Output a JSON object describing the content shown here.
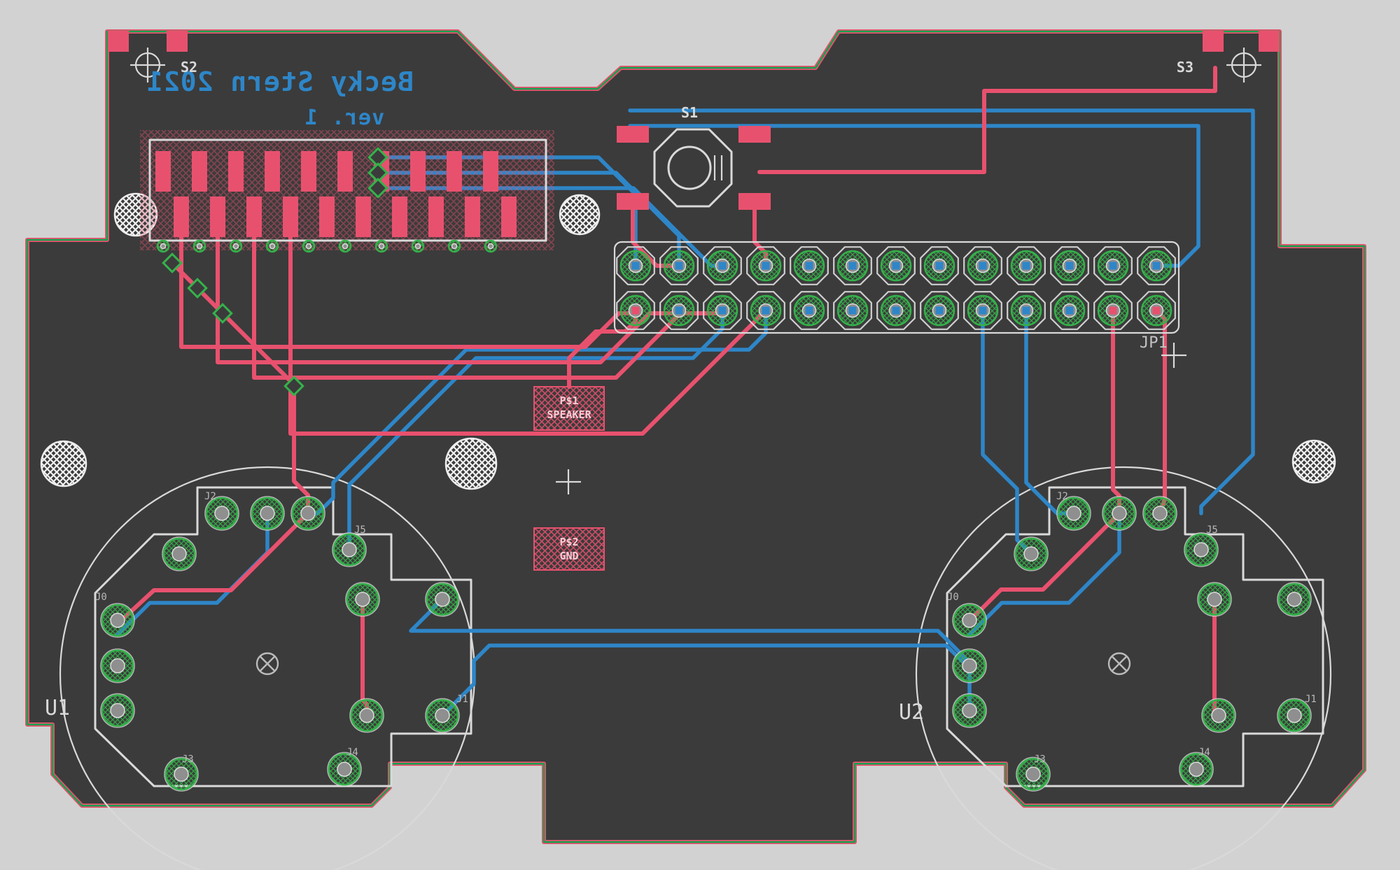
{
  "texts": {
    "title_line1": "Becky Stern 2021",
    "title_line2": "ver. 1",
    "button_ref": "S1",
    "corner_left_ref": "S2",
    "corner_right_ref": "S3",
    "component_left_ref": "U1",
    "component_right_ref": "U2",
    "header_ref": "JP1",
    "speaker_ref": "P$1",
    "speaker_name": "SPEAKER",
    "gnd_ref": "P$2",
    "gnd_name": "GND"
  },
  "u1": {
    "pad_labels": [
      "J2",
      "J5",
      "J0",
      "J1",
      "J3",
      "J4"
    ]
  },
  "u2": {
    "pad_labels": [
      "J2",
      "J5",
      "J0",
      "J1",
      "J3",
      "J4"
    ]
  },
  "header": {
    "rows": 2,
    "cols": 13
  },
  "display_connector": {
    "pads_per_row": 10
  },
  "colors": {
    "background": "#d2d2d2",
    "board": "#3b3b3b",
    "copper_top": "#e8516e",
    "copper_bottom": "#2e86c8",
    "pad_green": "#35b24a",
    "silkscreen": "#d9d9d9",
    "board_edge": "#14a14e",
    "hole_gray": "#8f8f8f",
    "label_gray": "#b9b9b9",
    "pad_text": "#ffccd6"
  }
}
